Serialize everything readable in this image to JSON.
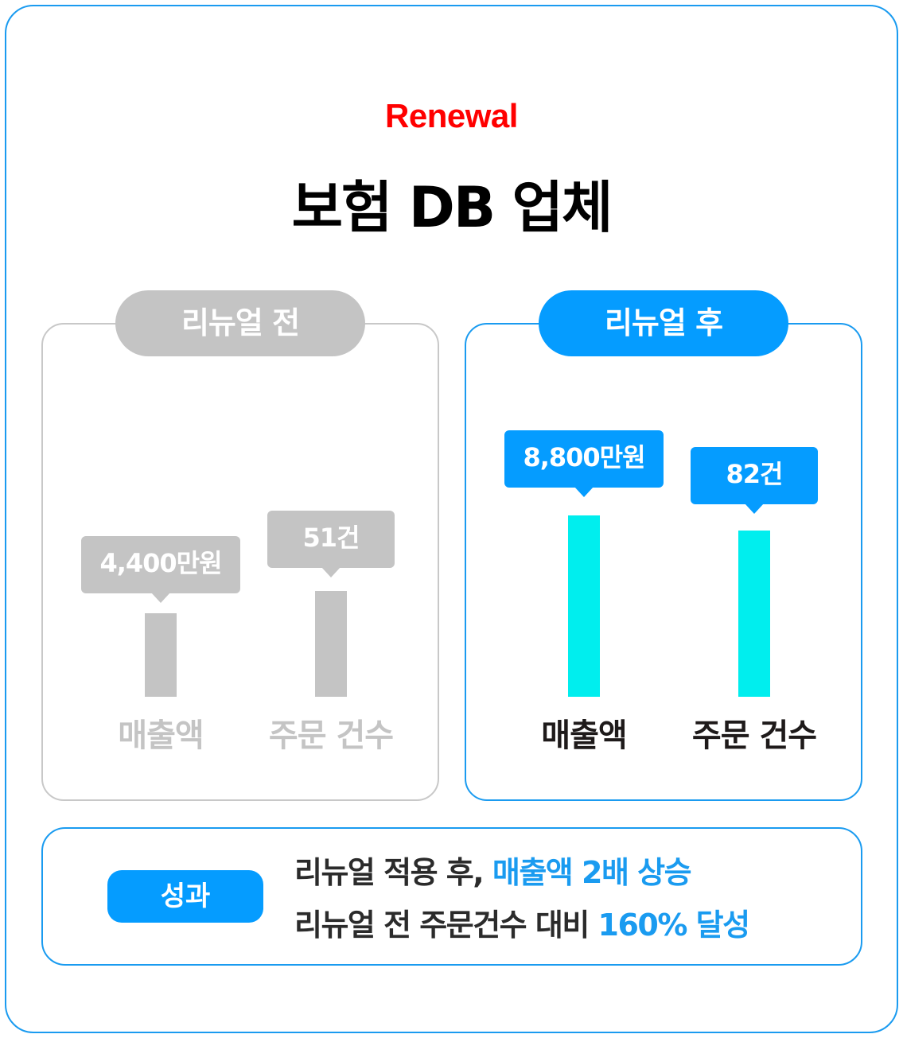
{
  "header": {
    "eyebrow": "Renewal",
    "title": "보험 DB 업체"
  },
  "colors": {
    "accent_blue": "#059cff",
    "frame_blue": "#1a9bf0",
    "eyebrow_red": "#ff0000",
    "bar_after": "#00eeee",
    "muted_grey": "#c4c4c4",
    "dark_text": "#1e1a1a"
  },
  "panels": {
    "before": {
      "label": "리뉴얼 전",
      "bars": [
        {
          "category": "매출액",
          "value_label": "4,400만원"
        },
        {
          "category": "주문 건수",
          "value_label": "51건"
        }
      ]
    },
    "after": {
      "label": "리뉴얼 후",
      "bars": [
        {
          "category": "매출액",
          "value_label": "8,800만원"
        },
        {
          "category": "주문 건수",
          "value_label": "82건"
        }
      ]
    }
  },
  "result": {
    "badge": "성과",
    "line1_prefix": "리뉴얼 적용 후, ",
    "line1_highlight": "매출액 2배 상승",
    "line2_prefix": "리뉴얼 전 주문건수 대비 ",
    "line2_highlight": "160% 달성"
  },
  "chart_data": {
    "type": "bar",
    "title": "보험 DB 업체",
    "subtitle": "Renewal",
    "categories": [
      "매출액",
      "주문 건수"
    ],
    "series": [
      {
        "name": "리뉴얼 전",
        "values": [
          4400,
          51
        ],
        "labels": [
          "4,400만원",
          "51건"
        ],
        "color": "#c4c4c4"
      },
      {
        "name": "리뉴얼 후",
        "values": [
          8800,
          82
        ],
        "labels": [
          "8,800만원",
          "82건"
        ],
        "color": "#00eeee"
      }
    ],
    "units": {
      "매출액": "만원",
      "주문 건수": "건"
    },
    "layout": "two side-by-side panels (before / after), each with 2 bars and callout labels",
    "grid": false,
    "legend": "panel header pills",
    "annotations": [
      "리뉴얼 적용 후, 매출액 2배 상승",
      "리뉴얼 전 주문건수 대비 160% 달성"
    ]
  }
}
